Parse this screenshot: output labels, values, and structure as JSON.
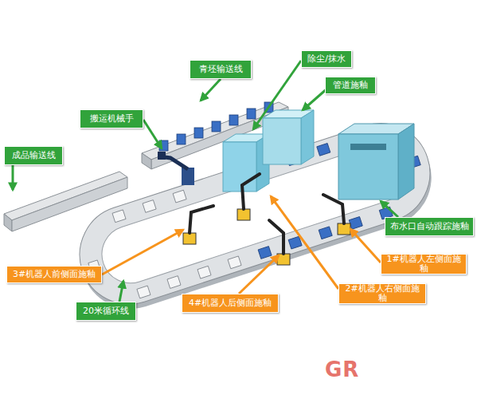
{
  "diagram": {
    "nodes": [
      {
        "text": [
          "除尘/抹水"
        ]
      },
      {
        "text": [
          "青坯输送线"
        ]
      },
      {
        "text": [
          "管道施釉"
        ]
      },
      {
        "text": [
          "搬运机械手"
        ]
      },
      {
        "text": [
          "成品输送线"
        ]
      },
      {
        "text": [
          "布水口自动跟踪施釉"
        ]
      },
      {
        "text": [
          "1#机器人左侧面施釉"
        ]
      },
      {
        "text": [
          "3#机器人前侧面施釉"
        ]
      },
      {
        "text": [
          "2#机器人右侧面施釉"
        ]
      },
      {
        "text": [
          "4#机器人后侧面施釉"
        ]
      },
      {
        "text": [
          "20米循环线"
        ]
      }
    ],
    "labels": [
      "GR"
    ]
  }
}
